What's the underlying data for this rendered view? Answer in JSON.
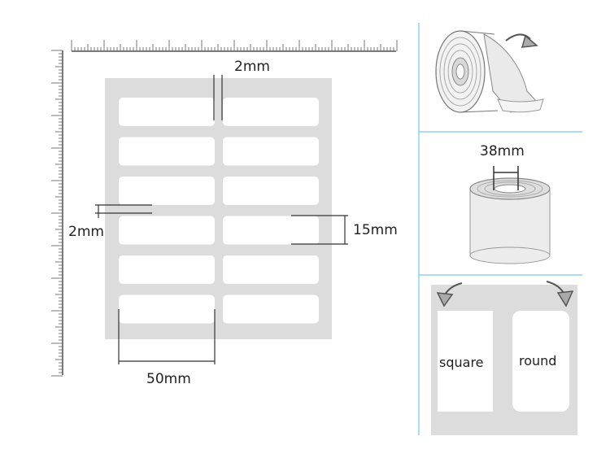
{
  "dimensions": {
    "label_gap_top": "2mm",
    "label_gap_left": "2mm",
    "label_height": "15mm",
    "label_width": "50mm",
    "roll_width": "38mm"
  },
  "shapes": {
    "square": "square",
    "round": "round"
  },
  "labels_grid": {
    "rows": 6,
    "columns": 2
  },
  "colors": {
    "sheet": "#dcdcdc",
    "label": "#ffffff",
    "divider": "#8fd3ea",
    "line": "#333333",
    "ruler": "#555555"
  },
  "icons": [
    "ruler-horizontal",
    "ruler-vertical",
    "arrow-curved-icon",
    "label-roll-icon",
    "roll-core-icon"
  ]
}
